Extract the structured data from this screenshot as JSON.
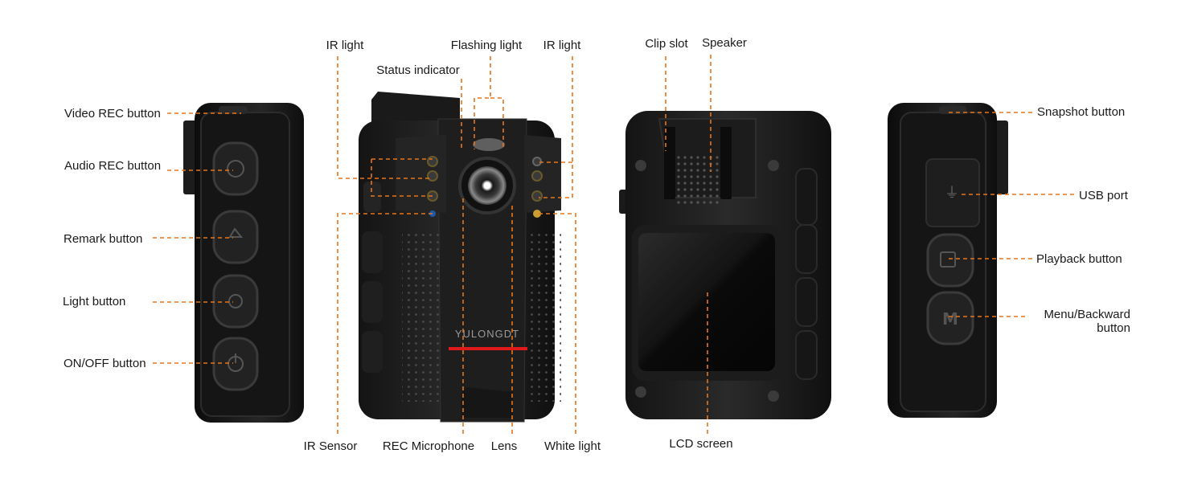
{
  "brand": "YULONGDT",
  "accent_color": "#e8751a",
  "labels": {
    "video_rec": "Video REC button",
    "audio_rec": "Audio REC button",
    "remark": "Remark button",
    "light": "Light button",
    "onoff": "ON/OFF button",
    "ir_light_left": "IR light",
    "flashing_light": "Flashing light",
    "ir_light_right": "IR light",
    "status_indicator": "Status indicator",
    "ir_sensor": "IR Sensor",
    "rec_microphone": "REC Microphone",
    "lens": "Lens",
    "white_light": "White light",
    "clip_slot": "Clip slot",
    "speaker": "Speaker",
    "lcd_screen": "LCD screen",
    "snapshot": "Snapshot button",
    "usb_port": "USB port",
    "playback": "Playback button",
    "menu_backward_1": "Menu/Backward",
    "menu_backward_2": "button"
  }
}
